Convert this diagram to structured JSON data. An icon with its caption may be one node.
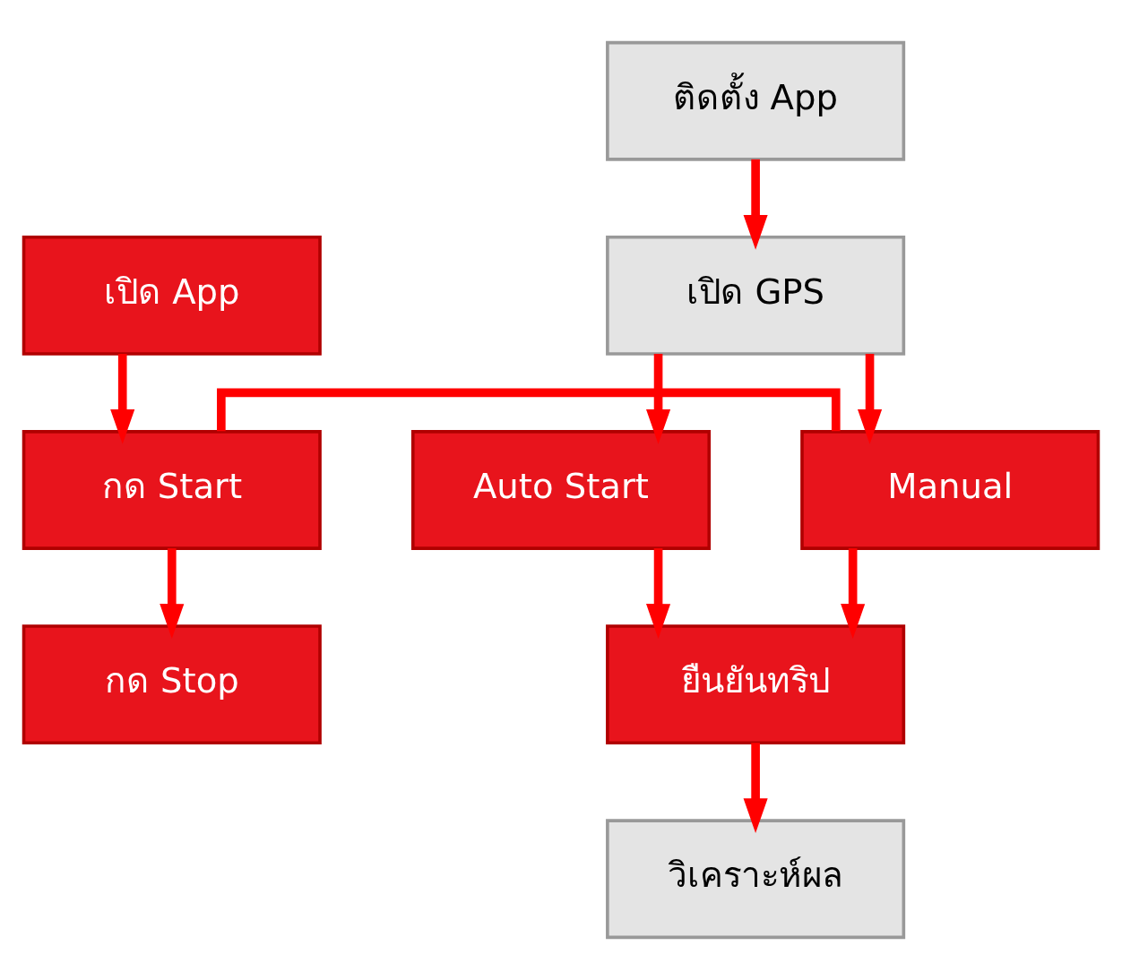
{
  "diagram": {
    "nodes": [
      {
        "text": [
          "ติดตั้ง App"
        ]
      },
      {
        "text": [
          "เปิด App"
        ]
      },
      {
        "text": [
          "เปิด GPS"
        ]
      },
      {
        "text": [
          "กด Start"
        ]
      },
      {
        "text": [
          "Manual"
        ]
      },
      {
        "text": [
          "Auto Start"
        ]
      },
      {
        "text": [
          "กด Stop"
        ]
      },
      {
        "text": [
          "ยืนยันทริป"
        ]
      },
      {
        "text": [
          "วิเคราะห์ผล"
        ]
      }
    ],
    "edges": [
      {
        "from": 0,
        "to": 2,
        "arrow": "to"
      },
      {
        "from": 1,
        "to": 3,
        "arrow": "to"
      },
      {
        "from": 2,
        "to": 4,
        "arrow": "to"
      },
      {
        "from": 2,
        "to": 5,
        "arrow": "to"
      },
      {
        "from": 3,
        "to": 4,
        "arrow": "none"
      },
      {
        "from": 3,
        "to": 6,
        "arrow": "to"
      },
      {
        "from": 4,
        "to": 7,
        "arrow": "to"
      },
      {
        "from": 5,
        "to": 7,
        "arrow": "to"
      },
      {
        "from": 7,
        "to": 8,
        "arrow": "to"
      }
    ]
  }
}
